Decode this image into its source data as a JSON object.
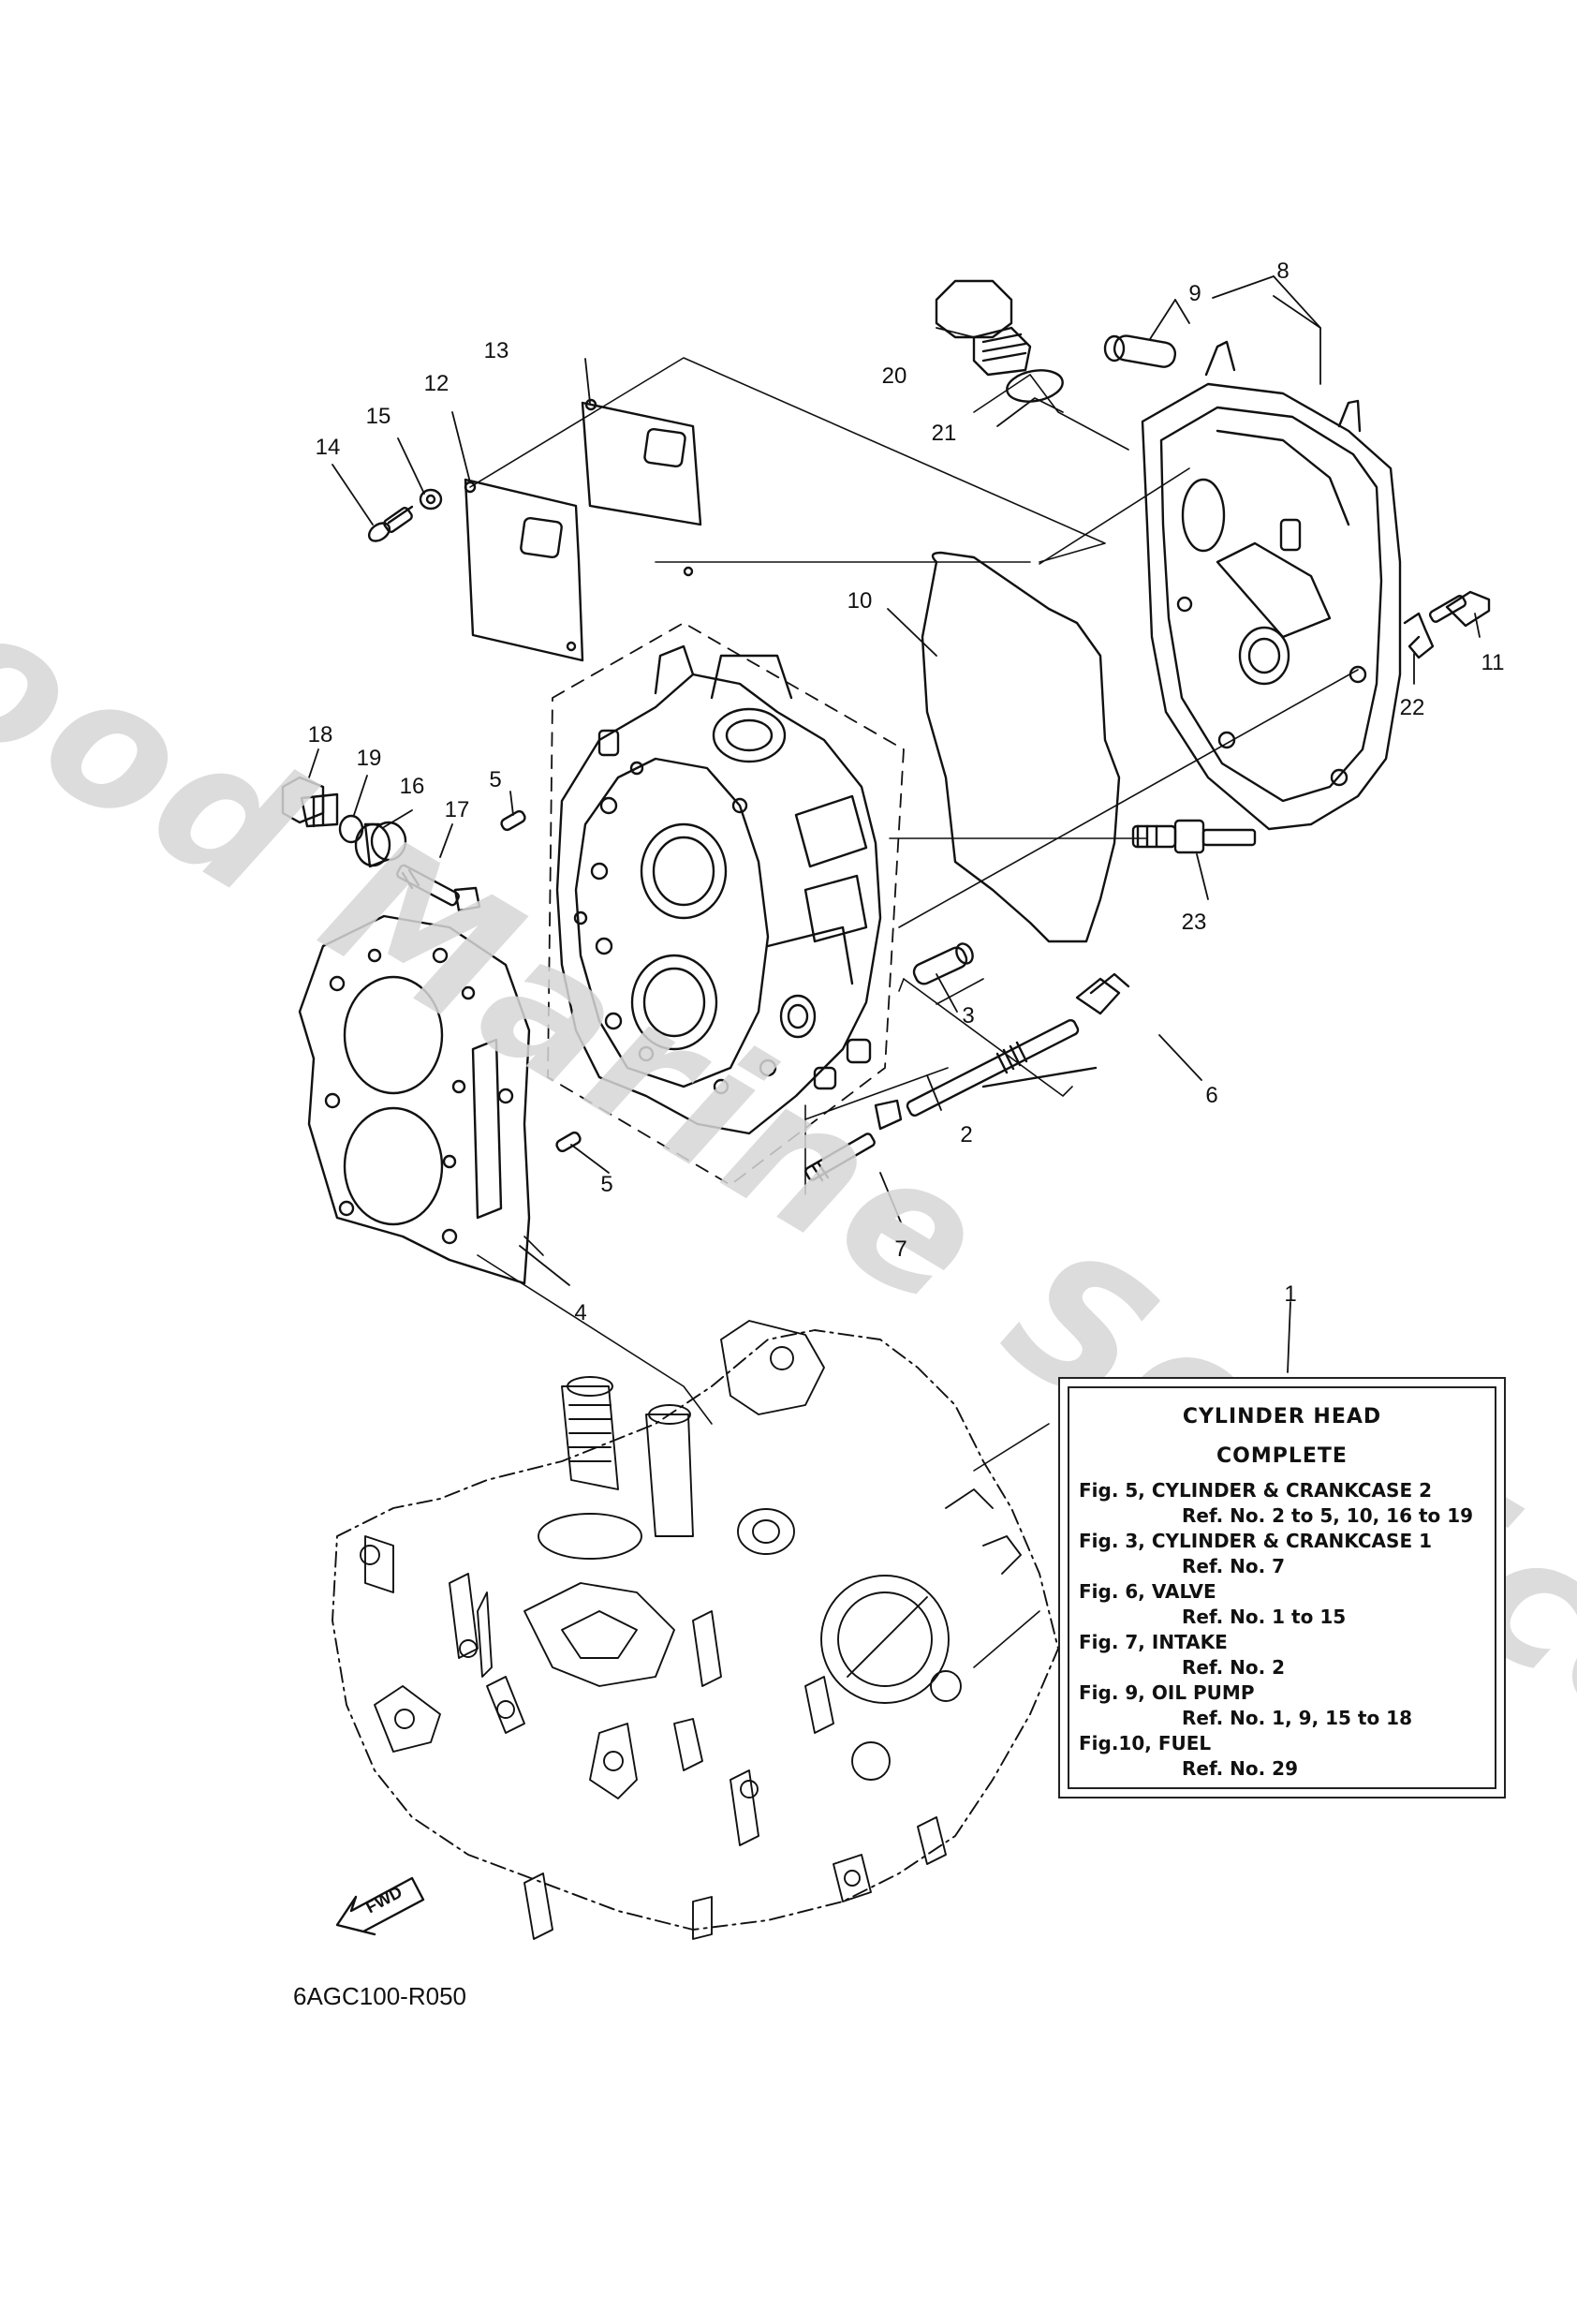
{
  "watermark": "Flood Marine Services",
  "diagram_code": "6AGC100-R050",
  "fwd_label": "FWD",
  "callouts": {
    "c1": "1",
    "c2": "2",
    "c3": "3",
    "c4": "4",
    "c5a": "5",
    "c5b": "5",
    "c6": "6",
    "c7": "7",
    "c8": "8",
    "c9": "9",
    "c10": "10",
    "c11": "11",
    "c12": "12",
    "c13": "13",
    "c14": "14",
    "c15": "15",
    "c16": "16",
    "c17": "17",
    "c18": "18",
    "c19": "19",
    "c20": "20",
    "c21": "21",
    "c22": "22",
    "c23": "23"
  },
  "info_box": {
    "title_line1": "CYLINDER HEAD",
    "title_line2": "COMPLETE",
    "refs": [
      {
        "fig": "Fig. 5, CYLINDER & CRANKCASE 2",
        "ref": "Ref. No. 2 to 5, 10, 16 to 19"
      },
      {
        "fig": "Fig. 3, CYLINDER & CRANKCASE 1",
        "ref": "Ref. No. 7"
      },
      {
        "fig": "Fig. 6, VALVE",
        "ref": "Ref. No. 1 to 15"
      },
      {
        "fig": "Fig. 7, INTAKE",
        "ref": "Ref. No. 2"
      },
      {
        "fig": "Fig. 9, OIL PUMP",
        "ref": "Ref. No. 1, 9, 15 to 18"
      },
      {
        "fig": "Fig.10, FUEL",
        "ref": "Ref. No. 29"
      }
    ]
  }
}
